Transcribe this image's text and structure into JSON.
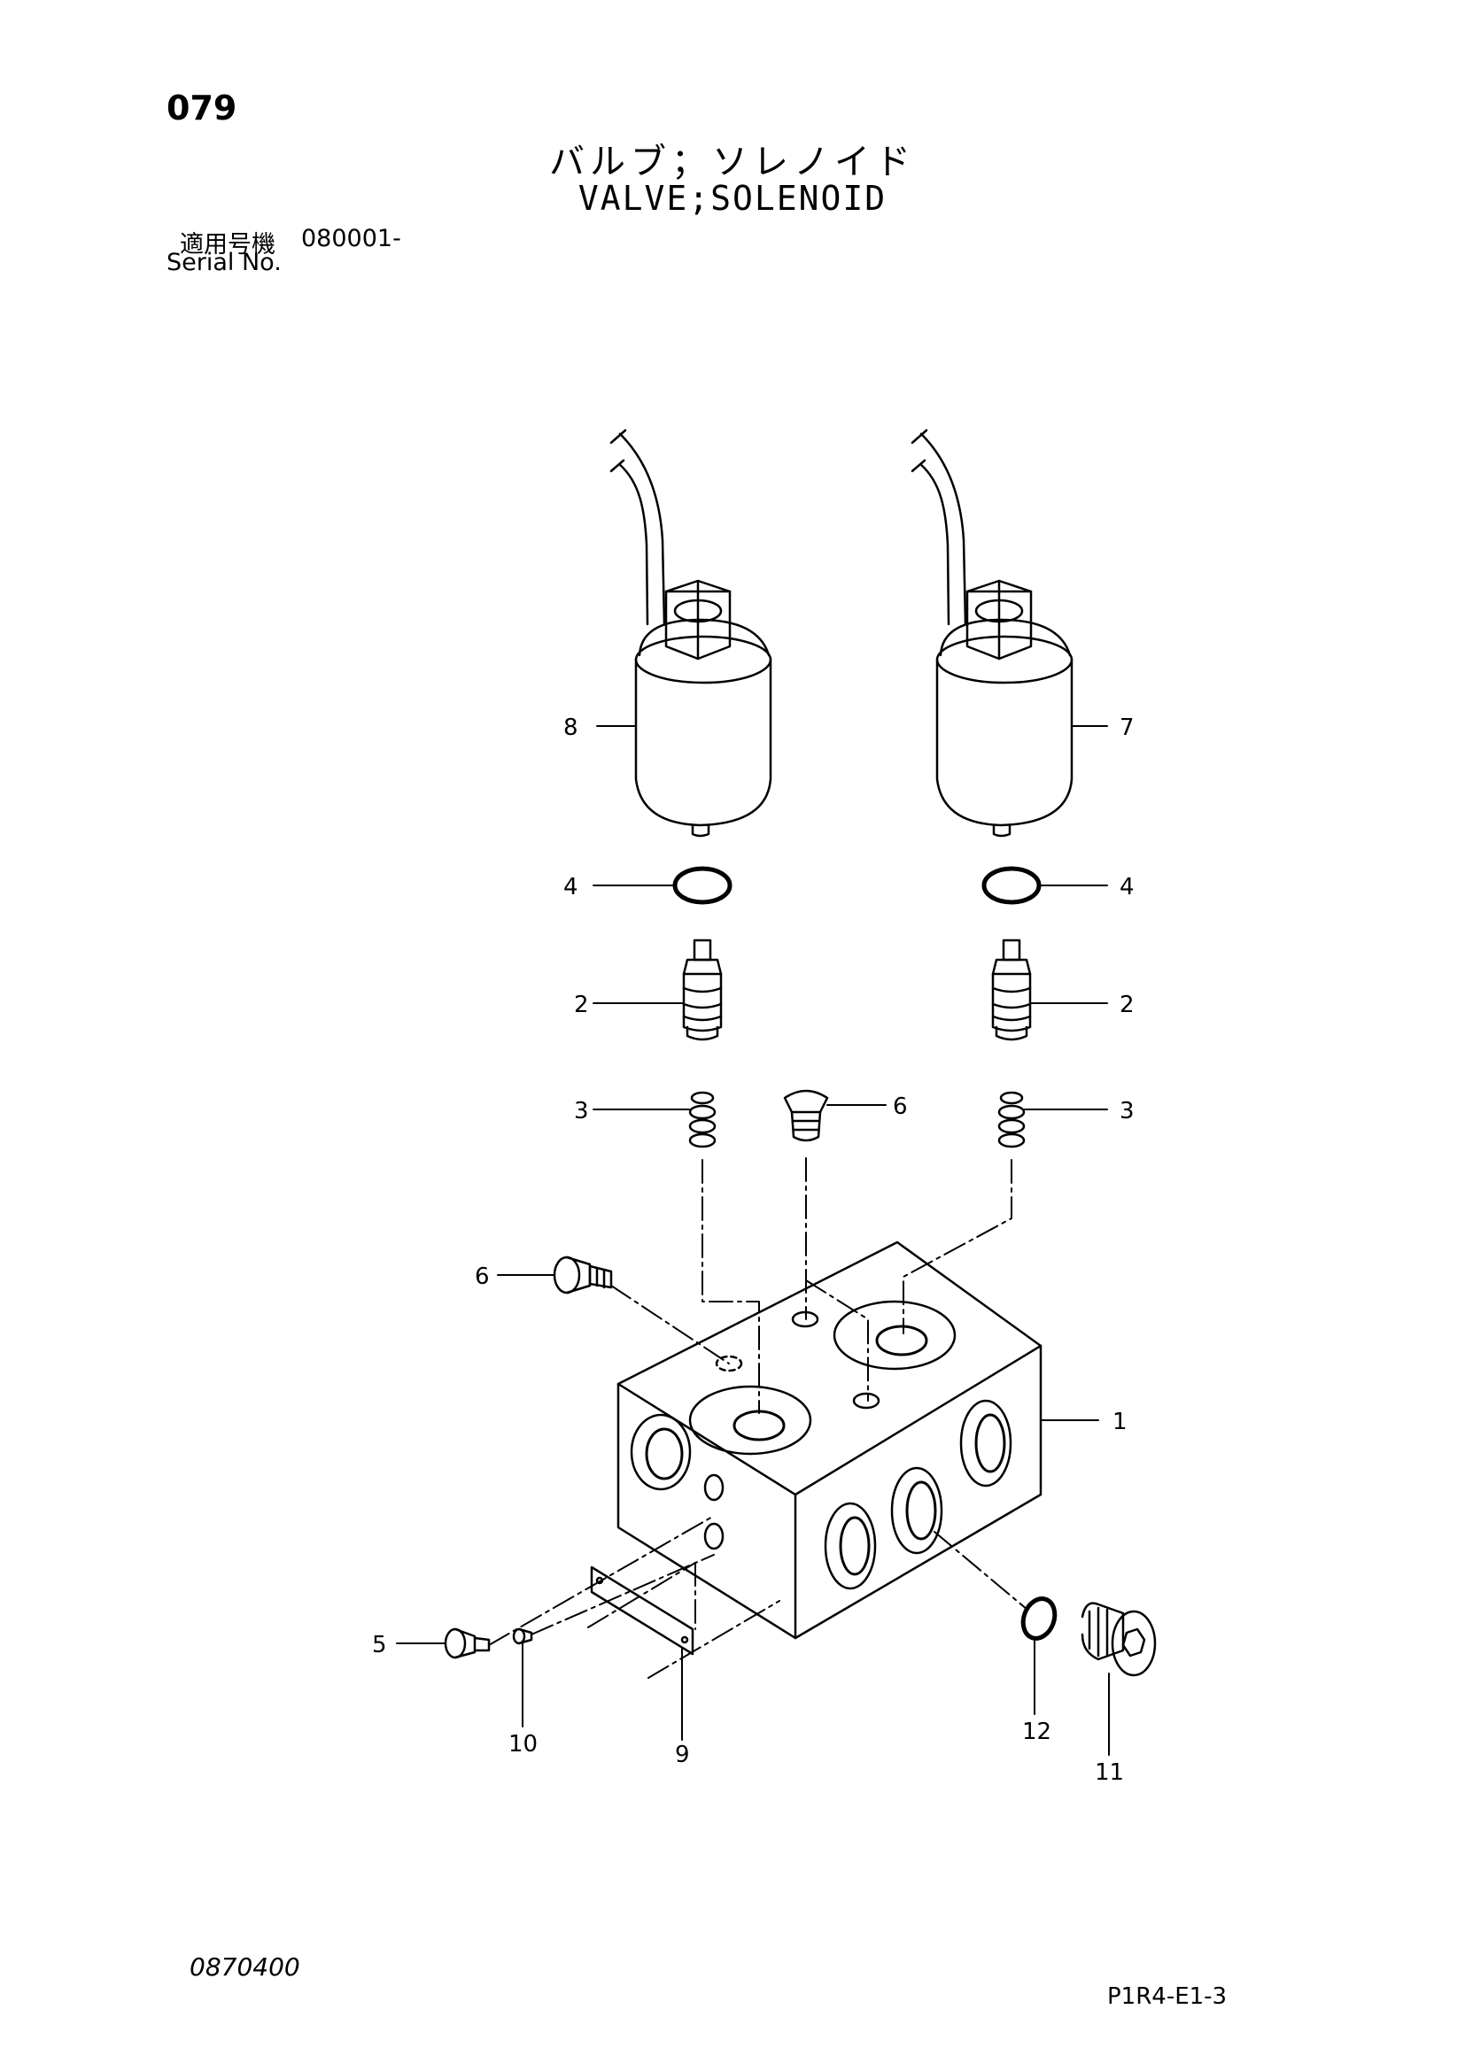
{
  "page_number": "079",
  "title_jp": "バルブ；ソレノイド",
  "title_en": "VALVE;SOLENOID",
  "applicable_label": "適用号機",
  "applicable_serial": "080001-",
  "serial_label": "Serial No.",
  "doc_code": "0870400",
  "page_ref": "P1R4-E1-3",
  "callouts": {
    "c1": "1",
    "c2a": "2",
    "c2b": "2",
    "c3a": "3",
    "c3b": "3",
    "c4a": "4",
    "c4b": "4",
    "c5": "5",
    "c6a": "6",
    "c6b": "6",
    "c7": "7",
    "c8": "8",
    "c9": "9",
    "c10": "10",
    "c11": "11",
    "c12": "12"
  }
}
